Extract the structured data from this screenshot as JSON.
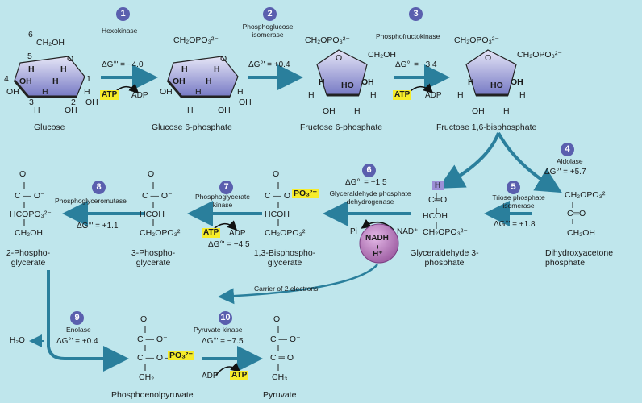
{
  "colors": {
    "background": "#bfe6ec",
    "step_circle": "#5a5fae",
    "arrow": "#2a7f9c",
    "ring_fill": "#8d8fcf",
    "highlight": "#f6ec2a",
    "nadh_bubble": "#9b5aa0"
  },
  "steps": [
    {
      "num": "1",
      "enzyme": "Hexokinase",
      "dg": "ΔG°' = −4.0",
      "cofactor_in": "ATP",
      "cofactor_out": "ADP"
    },
    {
      "num": "2",
      "enzyme": "Phosphoglucose isomerase",
      "dg": "ΔG°' = +0.4"
    },
    {
      "num": "3",
      "enzyme": "Phosphofructokinase",
      "dg": "ΔG°' = −3.4",
      "cofactor_in": "ATP",
      "cofactor_out": "ADP"
    },
    {
      "num": "4",
      "enzyme": "Aldolase",
      "dg": "ΔG°' = +5.7"
    },
    {
      "num": "5",
      "enzyme": "Triose phosphate isomerase",
      "dg": "ΔG°' = +1.8"
    },
    {
      "num": "6",
      "enzyme": "Glyceraldehyde phosphate dehydrogenase",
      "dg": "ΔG°' = +1.5",
      "pi": "Pi",
      "nad": "NAD⁺",
      "nadh": "NADH",
      "h": "+",
      "h2": "H⁺"
    },
    {
      "num": "7",
      "enzyme": "Phosphoglycerate kinase",
      "dg": "ΔG°' = −4.5",
      "cofactor_in": "ADP",
      "cofactor_out": "ATP"
    },
    {
      "num": "8",
      "enzyme": "Phosphoglyceromutase",
      "dg": "ΔG°' = +1.1"
    },
    {
      "num": "9",
      "enzyme": "Enolase",
      "dg": "ΔG°' = +0.4",
      "byproduct": "H₂O"
    },
    {
      "num": "10",
      "enzyme": "Pyruvate kinase",
      "dg": "ΔG°' = −7.5",
      "cofactor_in": "ADP",
      "cofactor_out": "ATP"
    }
  ],
  "molecules": {
    "glucose": "Glucose",
    "g6p": "Glucose 6-phosphate",
    "f6p": "Fructose 6-phosphate",
    "f16bp": "Fructose 1,6-bisphosphate",
    "gap": "Glyceraldehyde 3-phosphate",
    "dhap": "Dihydroxyacetone phosphate",
    "bpg": "1,3-Bisphospho- glycerate",
    "pg3": "3-Phospho- glycerate",
    "pg2": "2-Phospho- glycerate",
    "pep": "Phosphoenolpyruvate",
    "pyruvate": "Pyruvate"
  },
  "annotations": {
    "carrier": "Carrier of 2 electrons"
  },
  "ring_labels": {
    "h": "H",
    "oh": "OH",
    "ho": "HO",
    "o": "O",
    "ch2oh": "CH₂OH",
    "ch2opo3": "CH₂OPO₃²⁻",
    "c6": "6",
    "c5": "5",
    "c4": "4",
    "c3": "3",
    "c2": "2",
    "c1": "1"
  },
  "formulas": {
    "gap_h": "H",
    "gap_c1": "C═O",
    "gap_c2": "HCOH",
    "gap_c3": "CH₂OPO₃²⁻",
    "dhap_c1": "CH₂OPO₃²⁻",
    "dhap_c2": "C═O",
    "dhap_c3": "CH₂OH",
    "bpg_c1": "C — O —",
    "bpg_po3": "PO₃²⁻",
    "bpg_c2": "HCOH",
    "bpg_c3": "CH₂OPO₃²⁻",
    "pg3_o": "O",
    "pg3_c1": "C — O⁻",
    "pg3_c2": "HCOH",
    "pg3_c3": "CH₂OPO₃²⁻",
    "pg2_o": "O",
    "pg2_c1": "C — O⁻",
    "pg2_c2": "HCOPO₃²⁻",
    "pg2_c3": "CH₂OH",
    "pep_o": "O",
    "pep_c1": "C — O⁻",
    "pep_c2": "C — O —",
    "pep_po3": "PO₃²⁻",
    "pep_c3": "CH₂",
    "pyr_o": "O",
    "pyr_c1": "C — O⁻",
    "pyr_c2": "C ═ O",
    "pyr_c3": "CH₃"
  }
}
